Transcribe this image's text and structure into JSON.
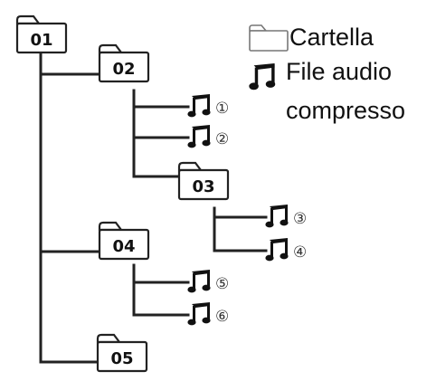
{
  "folders": {
    "f01": "01",
    "f02": "02",
    "f03": "03",
    "f04": "04",
    "f05": "05"
  },
  "files": {
    "a1": "①",
    "a2": "②",
    "a3": "③",
    "a4": "④",
    "a5": "⑤",
    "a6": "⑥"
  },
  "legend": {
    "folder_label": "Cartella",
    "audio_label_line1": "File audio",
    "audio_label_line2": "compresso"
  },
  "icons": {
    "folder": "folder-icon",
    "audio": "music-note-icon"
  }
}
